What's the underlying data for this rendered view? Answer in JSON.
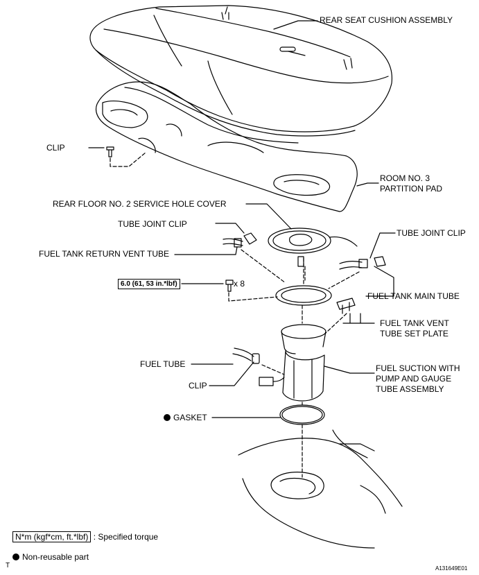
{
  "labels": {
    "rear_seat_cushion": "REAR SEAT CUSHION ASSEMBLY",
    "clip_top": "CLIP",
    "room_pad": "ROOM NO. 3\nPARTITION PAD",
    "service_hole_cover": "REAR FLOOR NO. 2 SERVICE HOLE COVER",
    "tube_joint_clip_left": "TUBE JOINT CLIP",
    "tube_joint_clip_right": "TUBE JOINT CLIP",
    "return_vent_tube": "FUEL TANK RETURN VENT TUBE",
    "torque_value": "6.0 (61, 53 in.*lbf)",
    "bolt_count": "x 8",
    "main_tube": "FUEL TANK MAIN TUBE",
    "vent_tube_set_plate": "FUEL TANK VENT\nTUBE SET PLATE",
    "fuel_tube": "FUEL TUBE",
    "clip_bottom": "CLIP",
    "suction_assembly": "FUEL SUCTION WITH\nPUMP AND GAUGE\nTUBE ASSEMBLY",
    "gasket": "GASKET"
  },
  "legend": {
    "torque_unit": "N*m (kgf*cm, ft.*lbf)",
    "torque_desc": ": Specified torque",
    "non_reusable": "Non-reusable part"
  },
  "footer": {
    "corner_mark": "T",
    "figure_code": "A131649E01"
  }
}
